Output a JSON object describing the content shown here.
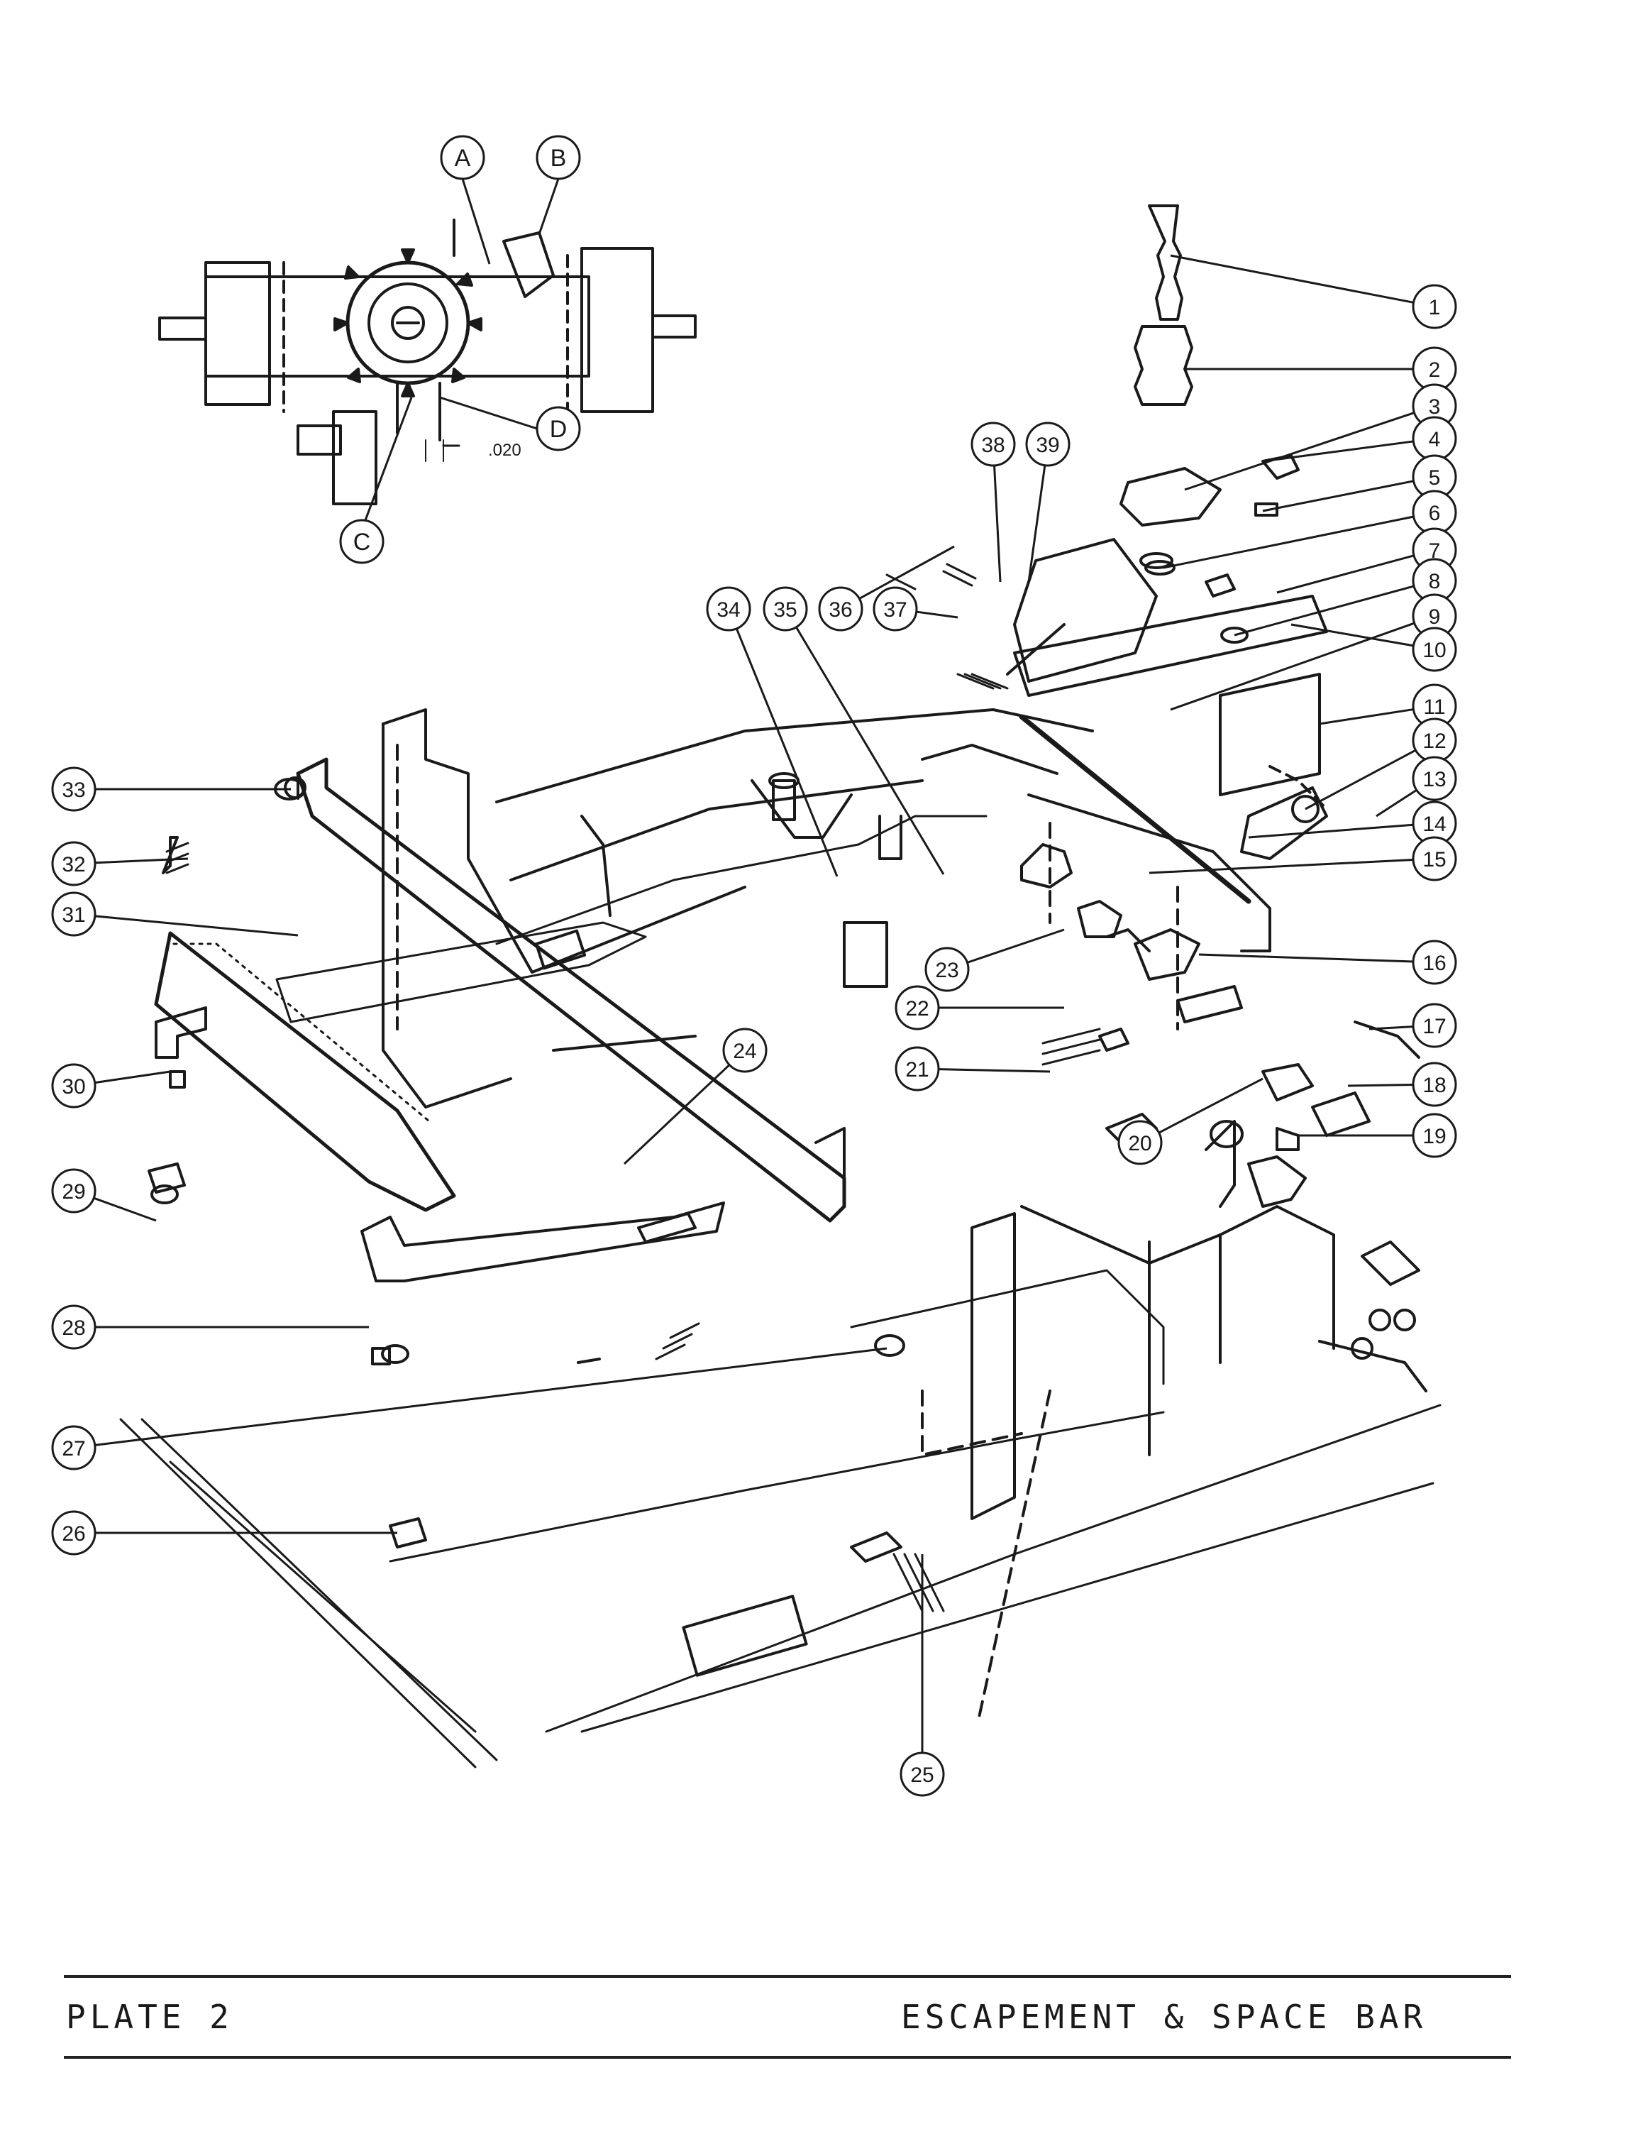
{
  "plate_label": "PLATE 2",
  "plate_title": "ESCAPEMENT & SPACE BAR",
  "inset": {
    "letters": [
      "A",
      "B",
      "C",
      "D"
    ],
    "dimension": ".020"
  },
  "callouts": [
    "1",
    "2",
    "3",
    "4",
    "5",
    "6",
    "7",
    "8",
    "9",
    "10",
    "11",
    "12",
    "13",
    "14",
    "15",
    "16",
    "17",
    "18",
    "19",
    "20",
    "21",
    "22",
    "23",
    "24",
    "25",
    "26",
    "27",
    "28",
    "29",
    "30",
    "31",
    "32",
    "33",
    "34",
    "35",
    "36",
    "37",
    "38",
    "39"
  ],
  "colors": {
    "ink": "#1a1a1a",
    "paper": "#ffffff",
    "shade": "#6b6b6b"
  }
}
